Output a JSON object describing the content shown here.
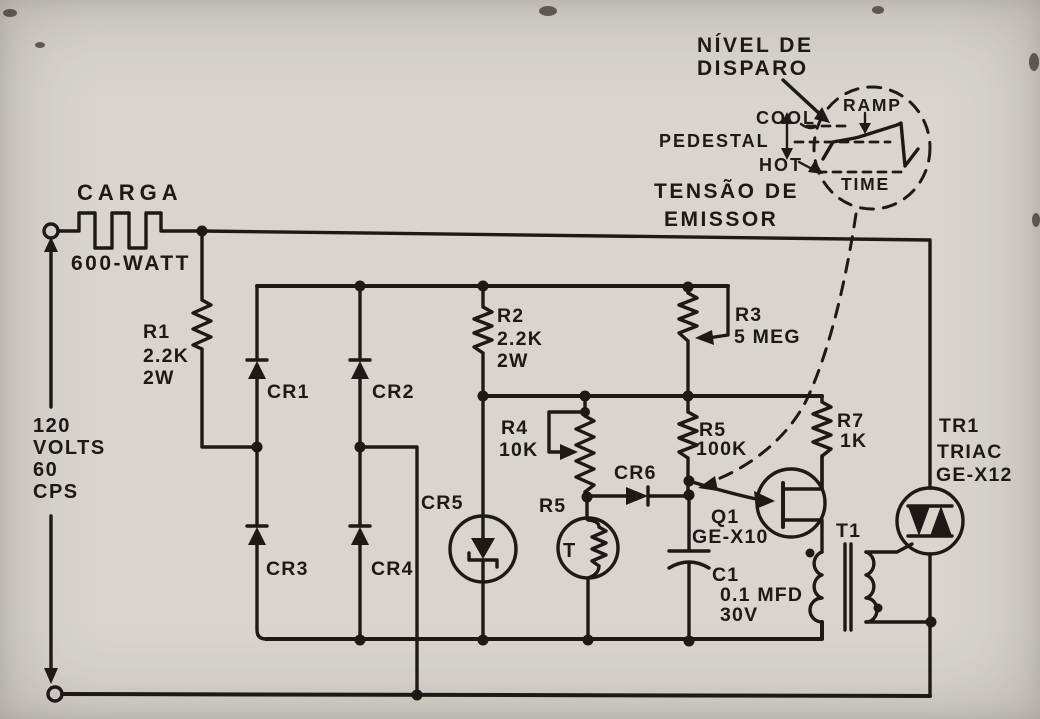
{
  "colors": {
    "ink": "#1c1916",
    "paper": "#d8d5cf"
  },
  "schematic": {
    "supply": {
      "l1": "120",
      "l2": "VOLTS",
      "l3": "60",
      "l4": "CPS"
    },
    "load": {
      "name": "CARGA",
      "rating": "600-WATT"
    },
    "r1": {
      "ref": "R1",
      "value": "2.2K",
      "power": "2W"
    },
    "r2": {
      "ref": "R2",
      "value": "2.2K",
      "power": "2W"
    },
    "r3": {
      "ref": "R3",
      "value": "5 MEG"
    },
    "r4": {
      "ref": "R4",
      "value": "10K"
    },
    "r5_thermistor": {
      "ref": "R5",
      "marking": "T"
    },
    "r5_resistor": {
      "ref": "R5",
      "value": "100K"
    },
    "r7": {
      "ref": "R7",
      "value": "1K"
    },
    "diodes": {
      "cr1": "CR1",
      "cr2": "CR2",
      "cr3": "CR3",
      "cr4": "CR4",
      "cr5": "CR5",
      "cr6": "CR6"
    },
    "q1": {
      "ref": "Q1",
      "part": "GE-X10"
    },
    "c1": {
      "ref": "C1",
      "value": "0.1 MFD",
      "voltage": "30V"
    },
    "t1": {
      "ref": "T1"
    },
    "tr1": {
      "ref": "TR1",
      "type": "TRIAC",
      "part": "GE-X12"
    }
  },
  "inset": {
    "title_line1": "NÍVEL DE",
    "title_line2": "DISPARO",
    "cool": "COOL",
    "pedestal": "PEDESTAL",
    "hot": "HOT",
    "ramp": "RAMP",
    "time": "TIME",
    "caption_line1": "TENSÃO DE",
    "caption_line2": "EMISSOR"
  }
}
